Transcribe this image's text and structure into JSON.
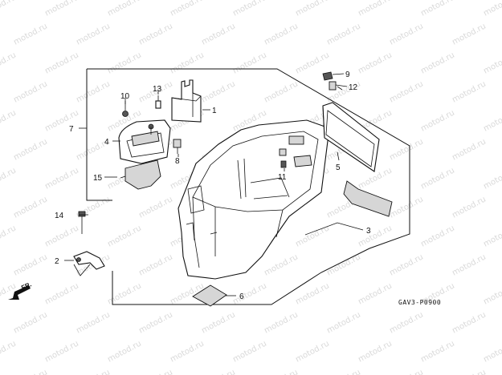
{
  "watermark": {
    "text": "motod.ru"
  },
  "diagram": {
    "drawing_code": "GAV3-P0900",
    "direction_label": "FR.",
    "callouts": [
      {
        "id": "c1",
        "label": "1"
      },
      {
        "id": "c2",
        "label": "2"
      },
      {
        "id": "c3",
        "label": "3"
      },
      {
        "id": "c4",
        "label": "4"
      },
      {
        "id": "c5",
        "label": "5"
      },
      {
        "id": "c6",
        "label": "6"
      },
      {
        "id": "c7",
        "label": "7"
      },
      {
        "id": "c8",
        "label": "8"
      },
      {
        "id": "c9",
        "label": "9"
      },
      {
        "id": "c10",
        "label": "10"
      },
      {
        "id": "c11",
        "label": "11"
      },
      {
        "id": "c12",
        "label": "12"
      },
      {
        "id": "c13",
        "label": "13"
      },
      {
        "id": "c14",
        "label": "14"
      },
      {
        "id": "c15",
        "label": "15"
      }
    ]
  }
}
